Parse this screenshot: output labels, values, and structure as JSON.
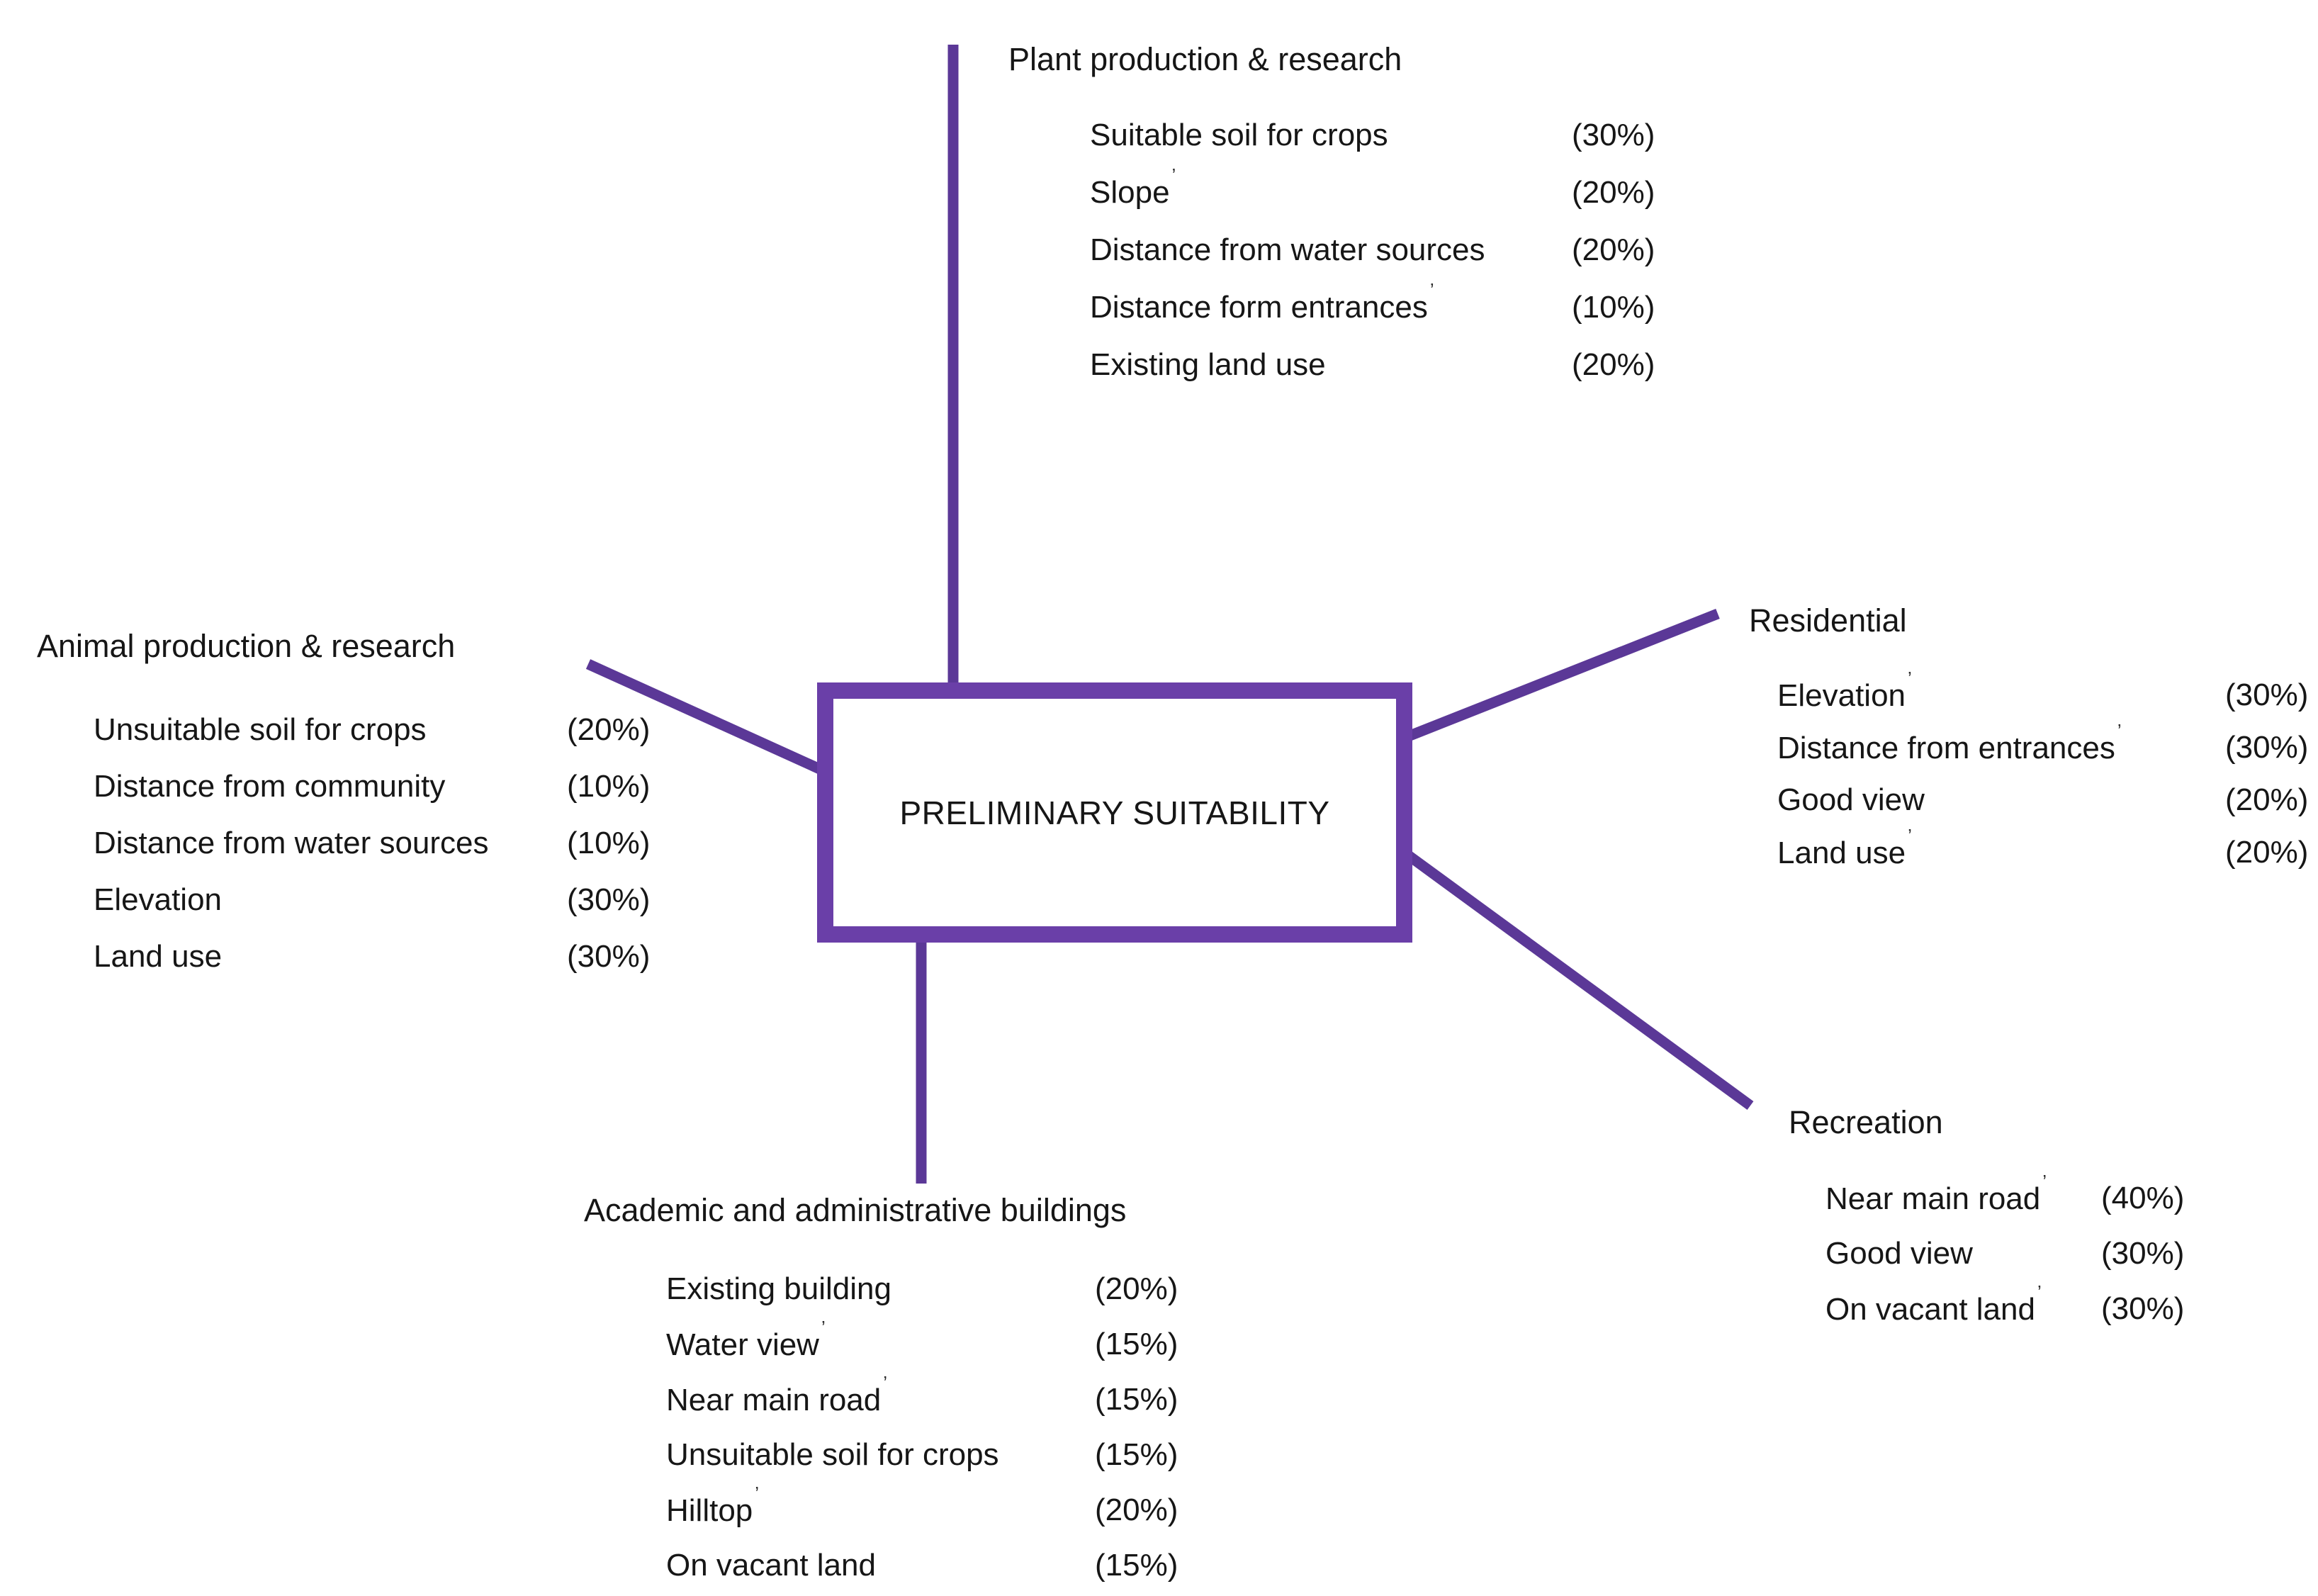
{
  "diagram": {
    "center_label": "PRELIMINARY SUITABILITY",
    "accent_line_color": "#5b3897",
    "box_border_color": "#6a3fa8",
    "sections": [
      {
        "id": "plant",
        "title": "Plant production & research",
        "items": [
          {
            "label": "Suitable soil for crops",
            "weight": "(30%)"
          },
          {
            "label": "Slope",
            "weight": "(20%)",
            "tick": true
          },
          {
            "label": "Distance from water sources",
            "weight": "(20%)"
          },
          {
            "label": "Distance form entrances",
            "weight": "(10%)",
            "tick": true
          },
          {
            "label": "Existing land use",
            "weight": "(20%)"
          }
        ]
      },
      {
        "id": "animal",
        "title": "Animal production & research",
        "items": [
          {
            "label": "Unsuitable soil for crops",
            "weight": "(20%)"
          },
          {
            "label": "Distance from community",
            "weight": "(10%)"
          },
          {
            "label": "Distance from water sources",
            "weight": "(10%)"
          },
          {
            "label": "Elevation",
            "weight": "(30%)"
          },
          {
            "label": "Land use",
            "weight": "(30%)"
          }
        ]
      },
      {
        "id": "residential",
        "title": "Residential",
        "items": [
          {
            "label": "Elevation",
            "weight": "(30%)",
            "tick": true
          },
          {
            "label": "Distance from entrances",
            "weight": "(30%)",
            "tick": true
          },
          {
            "label": "Good view",
            "weight": "(20%)"
          },
          {
            "label": "Land use",
            "weight": "(20%)",
            "tick": true
          }
        ]
      },
      {
        "id": "recreation",
        "title": "Recreation",
        "items": [
          {
            "label": "Near main road",
            "weight": "(40%)",
            "tick": true
          },
          {
            "label": "Good view",
            "weight": "(30%)"
          },
          {
            "label": "On vacant land",
            "weight": "(30%)",
            "tick": true
          }
        ]
      },
      {
        "id": "academic",
        "title": "Academic and administrative buildings",
        "items": [
          {
            "label": "Existing building",
            "weight": "(20%)"
          },
          {
            "label": "Water view",
            "weight": "(15%)",
            "tick": true
          },
          {
            "label": "Near main road",
            "weight": "(15%)",
            "tick": true
          },
          {
            "label": "Unsuitable soil for crops",
            "weight": "(15%)"
          },
          {
            "label": "Hilltop",
            "weight": "(20%)",
            "tick": true
          },
          {
            "label": "On vacant land",
            "weight": "(15%)"
          }
        ]
      }
    ]
  }
}
